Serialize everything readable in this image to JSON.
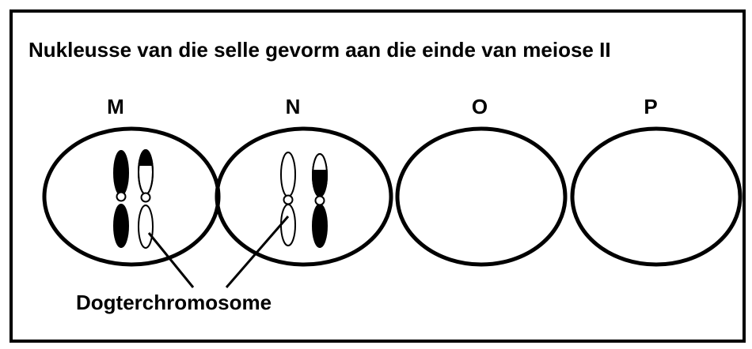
{
  "title": "Nukleusse van die selle gevorm aan die einde van meiose II",
  "cells": [
    {
      "label": "M"
    },
    {
      "label": "N"
    },
    {
      "label": "O"
    },
    {
      "label": "P"
    }
  ],
  "caption": "Dogterchromosome",
  "colors": {
    "stroke": "#000000",
    "fill": "#ffffff",
    "dark": "#000000"
  }
}
